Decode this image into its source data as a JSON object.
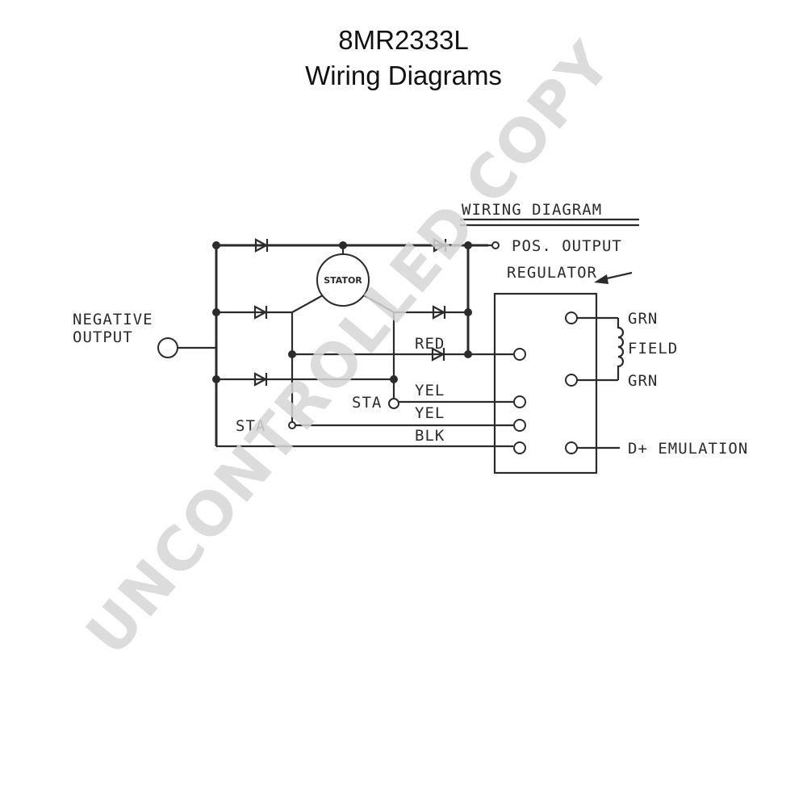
{
  "header": {
    "title": "8MR2333L",
    "subtitle": "Wiring Diagrams"
  },
  "diagram": {
    "heading": "WIRING DIAGRAM",
    "labels": {
      "pos_output": "POS. OUTPUT",
      "regulator": "REGULATOR",
      "negative_line1": "NEGATIVE",
      "negative_line2": "OUTPUT",
      "stator": "STATOR",
      "red": "RED",
      "yel1": "YEL",
      "yel2": "YEL",
      "blk": "BLK",
      "sta_inner": "STA",
      "sta_left": "STA",
      "grn_top": "GRN",
      "field": "FIELD",
      "grn_bottom": "GRN",
      "d_plus": "D+ EMULATION"
    }
  },
  "watermark": {
    "text": "UNCONTROLLED COPY"
  },
  "colors": {
    "ink": "#2b2b2b",
    "watermark": "#d6d6d6"
  }
}
